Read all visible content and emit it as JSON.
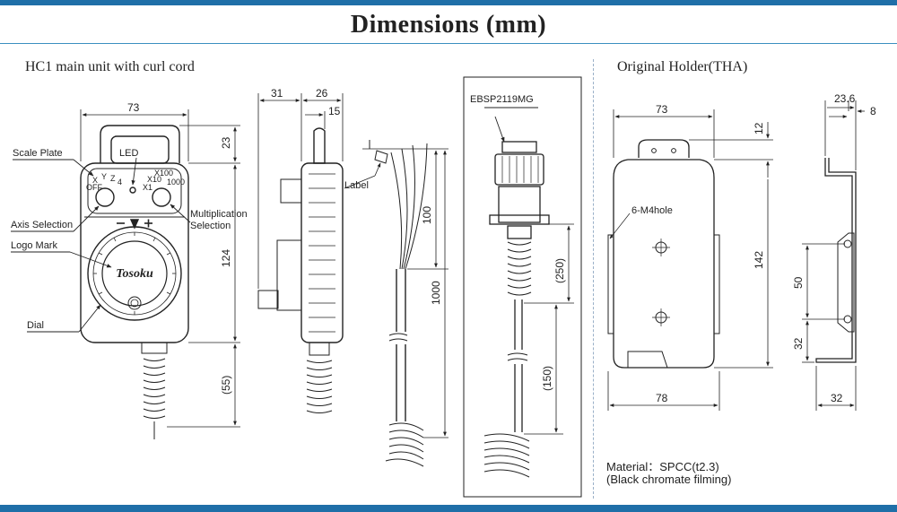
{
  "title": "Dimensions (mm)",
  "colors": {
    "accent_bar": "#1f6fa8",
    "rule": "#3b8fc0",
    "ink": "#222222"
  },
  "left_section": {
    "heading": "HC1 main unit with curl cord",
    "labels": {
      "scale_plate": "Scale Plate",
      "led": "LED",
      "axis_selection": "Axis Selection",
      "logo_mark": "Logo Mark",
      "dial": "Dial",
      "multiplication": "Multiplication",
      "selection": "Selection",
      "label": "Label",
      "connector": "EBSP2119MG",
      "brand": "Tosoku"
    },
    "axis_switch": {
      "x": "X",
      "y": "Y",
      "z": "Z",
      "four": "4",
      "off": "OFF"
    },
    "mult_switch": {
      "x10": "X10",
      "x100": "X100",
      "x1": "X1",
      "x1000": "1000"
    },
    "dims": {
      "front_width": "73",
      "top_height": "23",
      "body_height": "124",
      "cord_height": "(55)",
      "side_31": "31",
      "side_26": "26",
      "side_15": "15",
      "cord_100": "100",
      "cord_1000": "1000",
      "plug_250": "(250)",
      "plug_150": "(150)"
    }
  },
  "right_section": {
    "heading": "Original Holder(THA)",
    "holes_label": "6-M4hole",
    "dims": {
      "top_width": "73",
      "tab": "12",
      "height": "142",
      "bottom_width": "78",
      "side_23_6": "23.6",
      "side_8": "8",
      "side_50": "50",
      "side_32_v": "32",
      "side_32_h": "32"
    },
    "material": "Material：SPCC(t2.3)",
    "finish": "(Black chromate filming)"
  }
}
